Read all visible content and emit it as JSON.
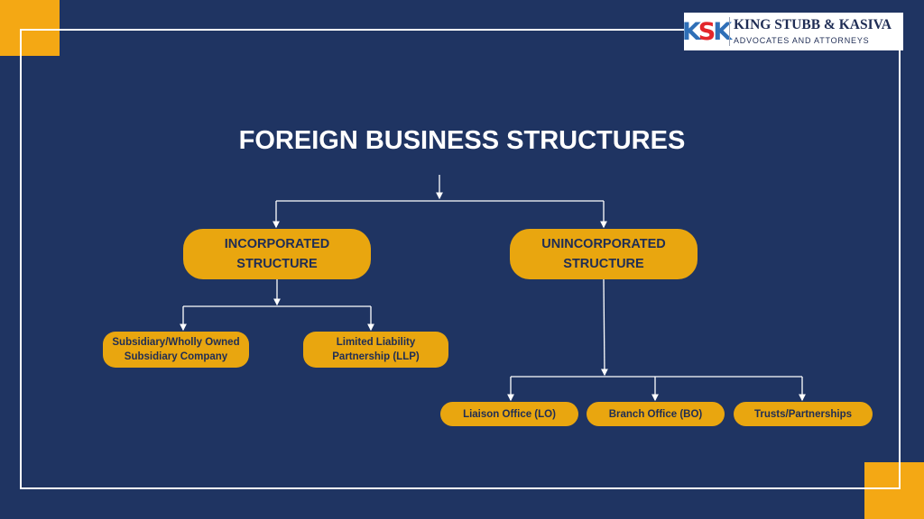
{
  "title": "FOREIGN BUSINESS STRUCTURES",
  "logo": {
    "mark_k": "K",
    "mark_s": "S",
    "mark_k2": "K",
    "name": "KING STUBB & KASIVA",
    "tagline": "ADVOCATES AND ATTORNEYS"
  },
  "nodes": {
    "incorporated": "INCORPORATED STRUCTURE",
    "unincorporated": "UNINCORPORATED STRUCTURE",
    "subsidiary": "Subsidiary/Wholly Owned Subsidiary Company",
    "llp": "Limited Liability Partnership (LLP)",
    "liaison": "Liaison Office (LO)",
    "branch": "Branch Office (BO)",
    "trusts": "Trusts/Partnerships"
  },
  "colors": {
    "background": "#1f3462",
    "accent": "#f4a814",
    "node_fill": "#e9a60f",
    "node_text": "#1f2d55",
    "line": "#ffffff"
  }
}
